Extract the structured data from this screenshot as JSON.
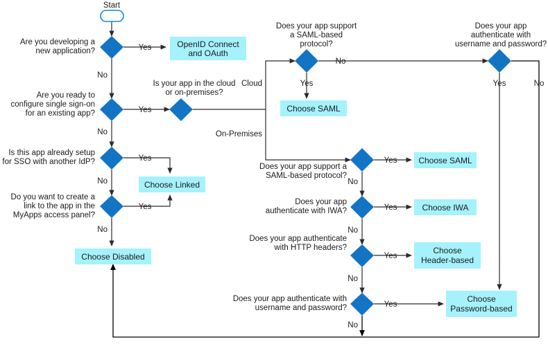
{
  "chart_data": {
    "type": "diagram",
    "title": "Single sign-on method decision flowchart",
    "diagram_kind": "flowchart",
    "colors": {
      "decision_fill": "#1474c4",
      "result_fill": "#a5f2fc",
      "start_stroke": "#0f8ad6",
      "line": "#2b2b2b",
      "text": "#1a1a1a",
      "background": "#ffffff"
    },
    "nodes": [
      {
        "id": "start",
        "type": "terminator",
        "label": "Start"
      },
      {
        "id": "d1",
        "type": "decision",
        "label": "Are you developing a\nnew application?"
      },
      {
        "id": "r1",
        "type": "result",
        "label": "OpenID Connect\nand OAuth"
      },
      {
        "id": "d2",
        "type": "decision",
        "label": "Are you ready to\nconfigure single sign-on\nfor an existing app?"
      },
      {
        "id": "d3",
        "type": "decision",
        "label": "Is your app in the cloud\nor on-premises?"
      },
      {
        "id": "d4",
        "type": "decision",
        "label": "Does your app support\na SAML-based\nprotocol?"
      },
      {
        "id": "r2",
        "type": "result",
        "label": "Choose SAML"
      },
      {
        "id": "d5",
        "type": "decision",
        "label": "Does your app\nauthenticate with\nusername and password?"
      },
      {
        "id": "d6",
        "type": "decision",
        "label": "Is this app already setup\nfor SSO with another IdP?"
      },
      {
        "id": "r3",
        "type": "result",
        "label": "Choose Linked"
      },
      {
        "id": "d7",
        "type": "decision",
        "label": "Do you want to create a\nlink to the app in the\nMyApps access panel?"
      },
      {
        "id": "r4",
        "type": "result",
        "label": "Choose Disabled"
      },
      {
        "id": "d8",
        "type": "decision",
        "label": "Does your app support a\nSAML-based protocol?"
      },
      {
        "id": "r5",
        "type": "result",
        "label": "Choose SAML"
      },
      {
        "id": "d9",
        "type": "decision",
        "label": "Does your app\nauthenticate with IWA?"
      },
      {
        "id": "r6",
        "type": "result",
        "label": "Choose IWA"
      },
      {
        "id": "d10",
        "type": "decision",
        "label": "Does your app authenticate\nwith HTTP headers?"
      },
      {
        "id": "r7",
        "type": "result",
        "label": "Choose\nHeader-based"
      },
      {
        "id": "d11",
        "type": "decision",
        "label": "Does your app authenticate with\nusername and password?"
      },
      {
        "id": "r8",
        "type": "result",
        "label": "Choose\nPassword-based"
      }
    ],
    "edges": [
      {
        "from": "start",
        "to": "d1",
        "label": ""
      },
      {
        "from": "d1",
        "to": "r1",
        "label": "Yes"
      },
      {
        "from": "d1",
        "to": "d2",
        "label": "No"
      },
      {
        "from": "d2",
        "to": "d3",
        "label": "Yes"
      },
      {
        "from": "d2",
        "to": "d6",
        "label": "No"
      },
      {
        "from": "d3",
        "to": "d4",
        "label": "Cloud"
      },
      {
        "from": "d3",
        "to": "d8",
        "label": "On-Premises"
      },
      {
        "from": "d4",
        "to": "r2",
        "label": "Yes"
      },
      {
        "from": "d4",
        "to": "d5",
        "label": "No"
      },
      {
        "from": "d5",
        "to": "r8",
        "label": "Yes"
      },
      {
        "from": "d5",
        "to": "r4",
        "label": "No"
      },
      {
        "from": "d6",
        "to": "r3",
        "label": "Yes"
      },
      {
        "from": "d6",
        "to": "d7",
        "label": "No"
      },
      {
        "from": "d7",
        "to": "r3",
        "label": "Yes"
      },
      {
        "from": "d7",
        "to": "r4",
        "label": "No"
      },
      {
        "from": "d8",
        "to": "r5",
        "label": "Yes"
      },
      {
        "from": "d8",
        "to": "d9",
        "label": "No"
      },
      {
        "from": "d9",
        "to": "r6",
        "label": "Yes"
      },
      {
        "from": "d9",
        "to": "d10",
        "label": "No"
      },
      {
        "from": "d10",
        "to": "r7",
        "label": "Yes"
      },
      {
        "from": "d10",
        "to": "d11",
        "label": "No"
      },
      {
        "from": "d11",
        "to": "r8",
        "label": "Yes"
      },
      {
        "from": "d11",
        "to": "r4",
        "label": "No"
      }
    ]
  },
  "labels": {
    "start": "Start",
    "q_new_app_l1": "Are you developing a",
    "q_new_app_l2": "new application?",
    "res_oidc_l1": "OpenID Connect",
    "res_oidc_l2": "and OAuth",
    "q_ready_sso_l1": "Are you ready to",
    "q_ready_sso_l2": "configure single sign-on",
    "q_ready_sso_l3": "for an existing app?",
    "q_cloud_l1": "Is your app in the cloud",
    "q_cloud_l2": "or on-premises?",
    "q_saml_cloud_l1": "Does your app support",
    "q_saml_cloud_l2": "a SAML-based",
    "q_saml_cloud_l3": "protocol?",
    "res_saml_cloud": "Choose SAML",
    "q_userpass_top_l1": "Does your app",
    "q_userpass_top_l2": "authenticate with",
    "q_userpass_top_l3": "username and password?",
    "q_idp_l1": "Is this app already setup",
    "q_idp_l2": "for SSO with another IdP?",
    "res_linked": "Choose Linked",
    "q_myapps_l1": "Do you want to create a",
    "q_myapps_l2": "link to the app in the",
    "q_myapps_l3": "MyApps access panel?",
    "res_disabled": "Choose Disabled",
    "q_saml_onprem_l1": "Does your app support a",
    "q_saml_onprem_l2": "SAML-based protocol?",
    "res_saml_onprem": "Choose SAML",
    "q_iwa_l1": "Does your app",
    "q_iwa_l2": "authenticate with IWA?",
    "res_iwa": "Choose IWA",
    "q_http_l1": "Does your app authenticate",
    "q_http_l2": "with HTTP headers?",
    "res_header_l1": "Choose",
    "res_header_l2": "Header-based",
    "q_userpass_bot_l1": "Does your app authenticate with",
    "q_userpass_bot_l2": "username and password?",
    "res_password_l1": "Choose",
    "res_password_l2": "Password-based",
    "yes": "Yes",
    "no": "No",
    "cloud": "Cloud",
    "onprem": "On-Premises"
  }
}
